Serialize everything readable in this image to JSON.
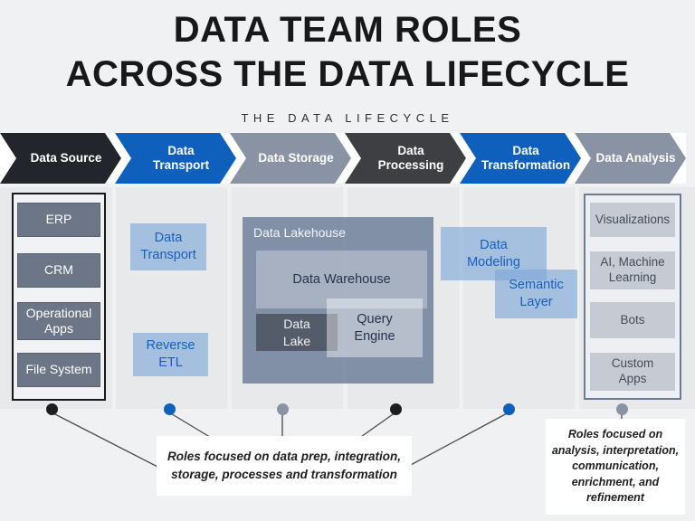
{
  "title": {
    "line1": "DATA TEAM ROLES",
    "line2": "ACROSS THE DATA LIFECYCLE"
  },
  "subtitle": "THE DATA LIFECYCLE",
  "stages": [
    {
      "label": "Data Source",
      "color": "#22252b",
      "dot_color": "#1c1e22"
    },
    {
      "label": "Data\nTransport",
      "color": "#0f5fbc",
      "dot_color": "#0f5fbc"
    },
    {
      "label": "Data Storage",
      "color": "#8a93a3",
      "dot_color": "#8a93a3"
    },
    {
      "label": "Data\nProcessing",
      "color": "#3e3f42",
      "dot_color": "#1c1e22"
    },
    {
      "label": "Data\nTransformation",
      "color": "#0f5fbc",
      "dot_color": "#0f5fbc"
    },
    {
      "label": "Data Analysis",
      "color": "#8a93a3",
      "dot_color": "#8a93a3"
    }
  ],
  "data_source": {
    "items": [
      "ERP",
      "CRM",
      "Operational\nApps",
      "File System"
    ]
  },
  "data_transport": {
    "transport_label": "Data\nTransport",
    "reverse_etl_label": "Reverse\nETL"
  },
  "data_storage": {
    "lakehouse": "Data Lakehouse",
    "warehouse": "Data Warehouse",
    "lake": "Data\nLake",
    "query_engine": "Query\nEngine"
  },
  "data_transformation": {
    "modeling": "Data\nModeling",
    "semantic": "Semantic\nLayer"
  },
  "data_analysis": {
    "items": [
      "Visualizations",
      "AI, Machine\nLearning",
      "Bots",
      "Custom\nApps"
    ]
  },
  "callouts": {
    "left": "Roles focused on data prep, integration, storage, processes and transformation",
    "right": "Roles focused on analysis, interpretation, communication, enrichment, and refinement"
  }
}
